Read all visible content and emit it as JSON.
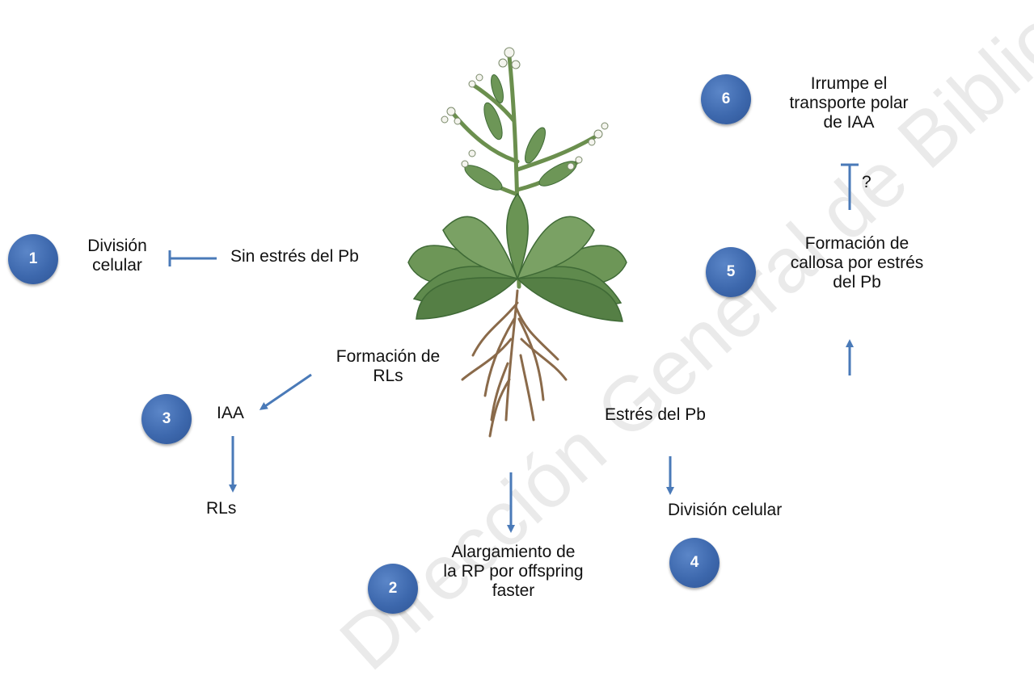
{
  "labels": {
    "division_celular_1": "División\ncelular",
    "sin_estres": "Sin estrés del Pb",
    "formacion_rls": "Formación de\nRLs",
    "iaa": "IAA",
    "rls": "RLs",
    "alargamiento": "Alargamiento de\nla RP por offspring\nfaster",
    "estres_pb": "Estrés del Pb",
    "division_celular_4": "División celular",
    "callosa": "Formación de\ncallosa por estrés\ndel Pb",
    "question": "?",
    "irrumpe": "Irrumpe el\ntransporte polar\nde IAA"
  },
  "badges": [
    "1",
    "2",
    "3",
    "4",
    "5",
    "6"
  ],
  "watermark": "Dirección General de Bibliotecas UAQ",
  "colors": {
    "badge": "#3d68ad",
    "arrow": "#4a7ab8",
    "leaf": "#5f8a4d",
    "root": "#8a6a4a"
  }
}
